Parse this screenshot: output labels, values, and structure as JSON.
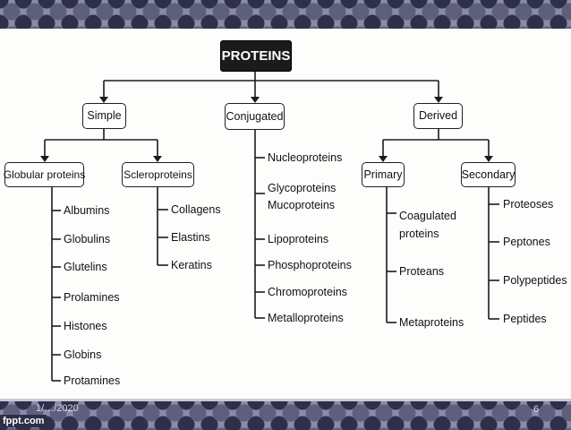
{
  "footer": {
    "date": "1/…/2020",
    "page": "6",
    "logo": "fppt.com"
  },
  "diagram": {
    "root": "PROTEINS",
    "simple": {
      "label": "Simple",
      "globular": {
        "label": "Globular proteins",
        "items": [
          "Albumins",
          "Globulins",
          "Glutelins",
          "Prolamines",
          "Histones",
          "Globins",
          "Protamines"
        ]
      },
      "scleroproteins": {
        "label": "Scleroproteins",
        "items": [
          "Collagens",
          "Elastins",
          "Keratins"
        ]
      }
    },
    "conjugated": {
      "label": "Conjugated",
      "items": [
        "Nucleoproteins",
        "Glycoproteins\nMucoproteins",
        "Lipoproteins",
        "Phosphoproteins",
        "Chromoproteins",
        "Metalloproteins"
      ]
    },
    "derived": {
      "label": "Derived",
      "primary": {
        "label": "Primary",
        "items": [
          "Coagulated\nproteins",
          "Proteans",
          "Metaproteins"
        ]
      },
      "secondary": {
        "label": "Secondary",
        "items": [
          "Proteoses",
          "Peptones",
          "Polypeptides",
          "Peptides"
        ]
      }
    }
  }
}
